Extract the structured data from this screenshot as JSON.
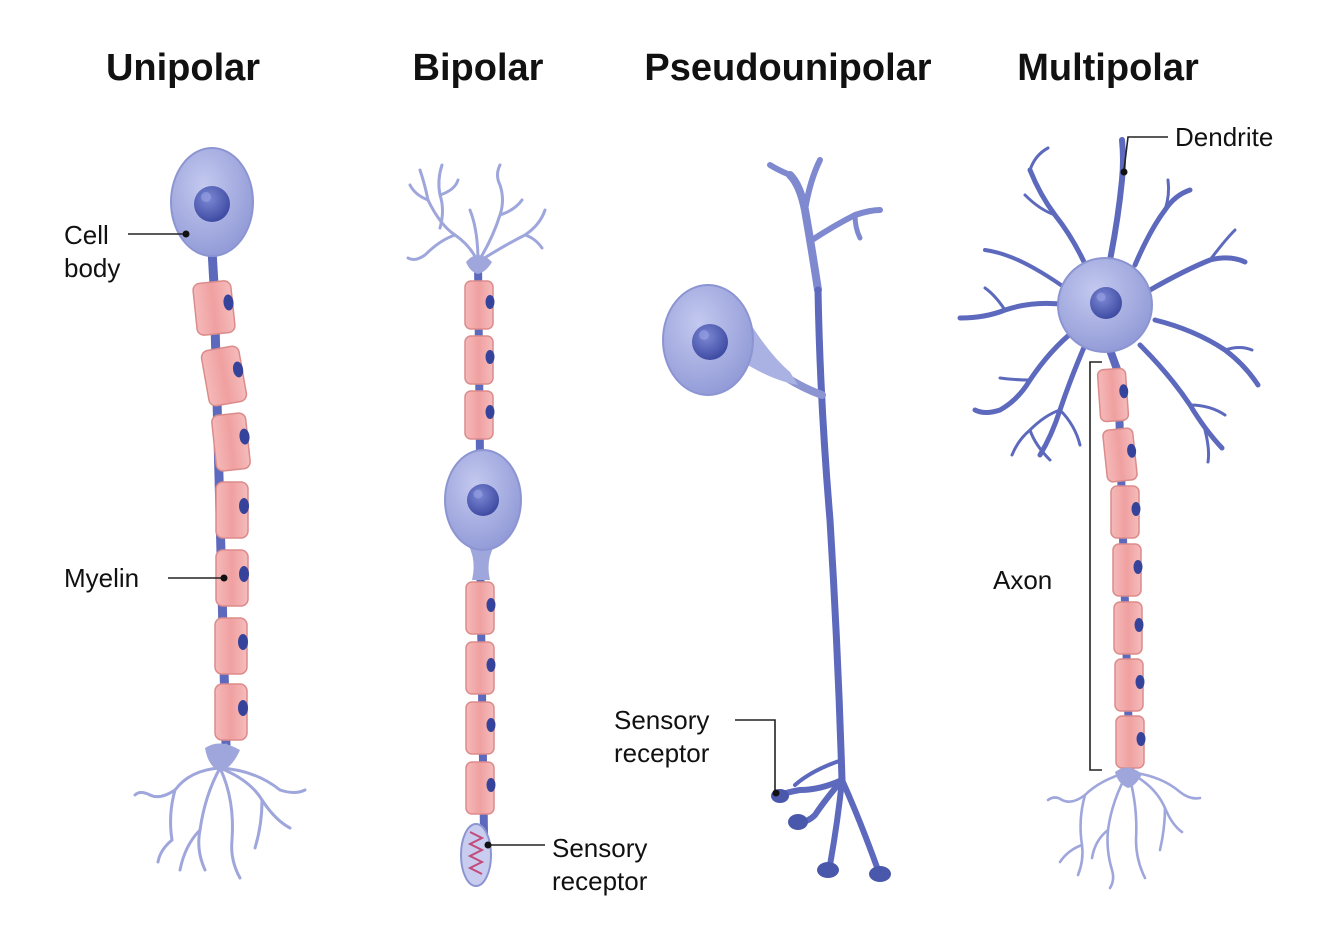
{
  "titles": {
    "unipolar": "Unipolar",
    "bipolar": "Bipolar",
    "pseudounipolar": "Pseudounipolar",
    "multipolar": "Multipolar"
  },
  "labels": {
    "cell_body_line1": "Cell",
    "cell_body_line2": "body",
    "myelin": "Myelin",
    "bipolar_sensory_line1": "Sensory",
    "bipolar_sensory_line2": "receptor",
    "pseudo_sensory_line1": "Sensory",
    "pseudo_sensory_line2": "receptor",
    "dendrite": "Dendrite",
    "axon": "Axon"
  },
  "colors": {
    "cell_fill": "#aab2e4",
    "cell_stroke": "#8c95d2",
    "nucleus": "#4a58ac",
    "axon": "#5d69bd",
    "myelin_fill": "#f2aaaa",
    "myelin_stroke": "#dc8b8b",
    "schwann_nucleus": "#35449a",
    "dendrite_light": "#9ea6dc",
    "text": "#111111"
  }
}
